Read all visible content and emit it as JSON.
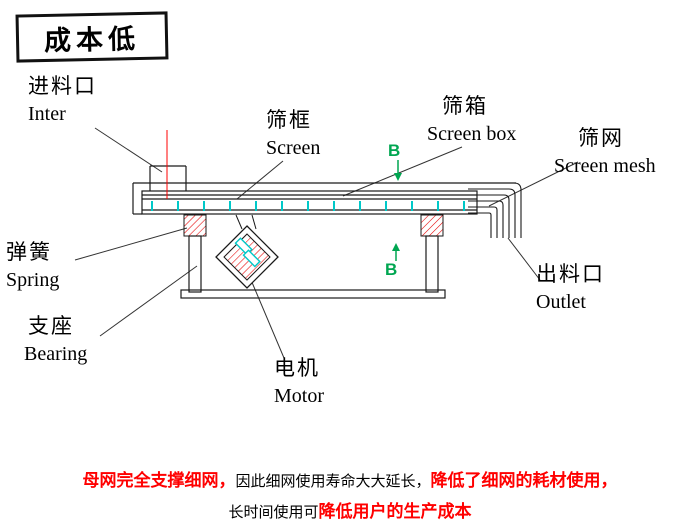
{
  "title": "成本低",
  "labels": {
    "inlet": {
      "zh": "进料口",
      "en": "Inter"
    },
    "screen_frame": {
      "zh": "筛框",
      "en": "Screen"
    },
    "screen_box": {
      "zh": "筛箱",
      "en": "Screen box"
    },
    "screen_mesh": {
      "zh": "筛网",
      "en": "Screen mesh"
    },
    "spring": {
      "zh": "弹簧",
      "en": "Spring"
    },
    "bearing": {
      "zh": "支座",
      "en": "Bearing"
    },
    "motor": {
      "zh": "电机",
      "en": "Motor"
    },
    "outlet": {
      "zh": "出料口",
      "en": "Outlet"
    }
  },
  "section_marker": "B",
  "footer": {
    "line1": [
      {
        "text": "母网完全支撑细网，",
        "color": "#ff0000",
        "bold": true
      },
      {
        "text": "因此细网使用寿命大大延长，",
        "color": "#000000",
        "bold": false
      },
      {
        "text": "降低了细网的耗材使用，",
        "color": "#ff0000",
        "bold": true
      }
    ],
    "line2": [
      {
        "text": "长时间使用可",
        "color": "#000000",
        "bold": false
      },
      {
        "text": "降低用户的生产成本",
        "color": "#ff0000",
        "bold": true
      }
    ]
  },
  "colors": {
    "line": "#1a1a1a",
    "mesh_tick": "#00c8c8",
    "hatch_red": "#e60000",
    "centerline_red": "#ff0000",
    "section_marker_green": "#00a651"
  }
}
